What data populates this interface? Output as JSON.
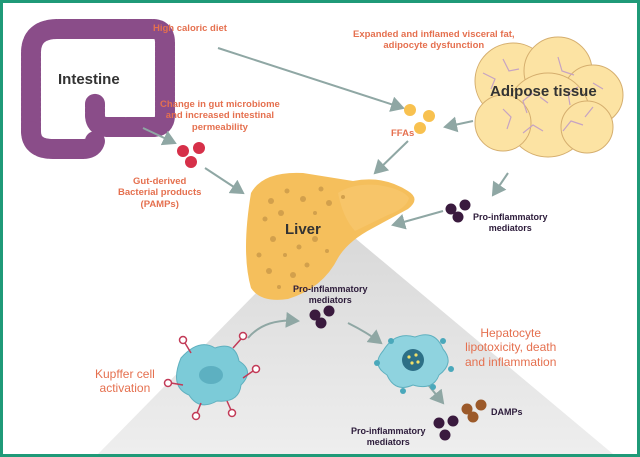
{
  "organs": {
    "intestine": "Intestine",
    "adipose": "Adipose tissue",
    "liver": "Liver"
  },
  "labels": {
    "high_caloric_diet": "High caloric diet",
    "visceral_fat": [
      "Expanded and inflamed visceral fat,",
      "adipocyte dysfunction"
    ],
    "microbiome": [
      "Change in gut microbiome",
      "and increased intestinal",
      "permeability"
    ],
    "ffas": "FFAs",
    "pamps": [
      "Gut-derived",
      "Bacterial products",
      "(PAMPs)"
    ],
    "pro_inflammatory_right": [
      "Pro-inflammatory",
      "mediators"
    ],
    "pro_inflammatory_center": [
      "Pro-inflammatory",
      "mediators"
    ],
    "pro_inflammatory_bottom": [
      "Pro-inflammatory",
      "mediators"
    ],
    "kupffer": [
      "Kupffer cell",
      "activation"
    ],
    "hepatocyte": [
      "Hepatocyte",
      "lipotoxicity, death",
      "and inflammation"
    ],
    "damps": "DAMPs"
  },
  "colors": {
    "border": "#1f9a78",
    "intestine": "#8a4d89",
    "liver": "#f5bf5c",
    "adipose": "#fce3a3",
    "ffa": "#f8c14f",
    "pamp": "#d63049",
    "mediator": "#3a1a3e",
    "damp": "#9c5a2a",
    "kupffer": "#7ccbd8",
    "arrow": "#8fa7a4"
  }
}
